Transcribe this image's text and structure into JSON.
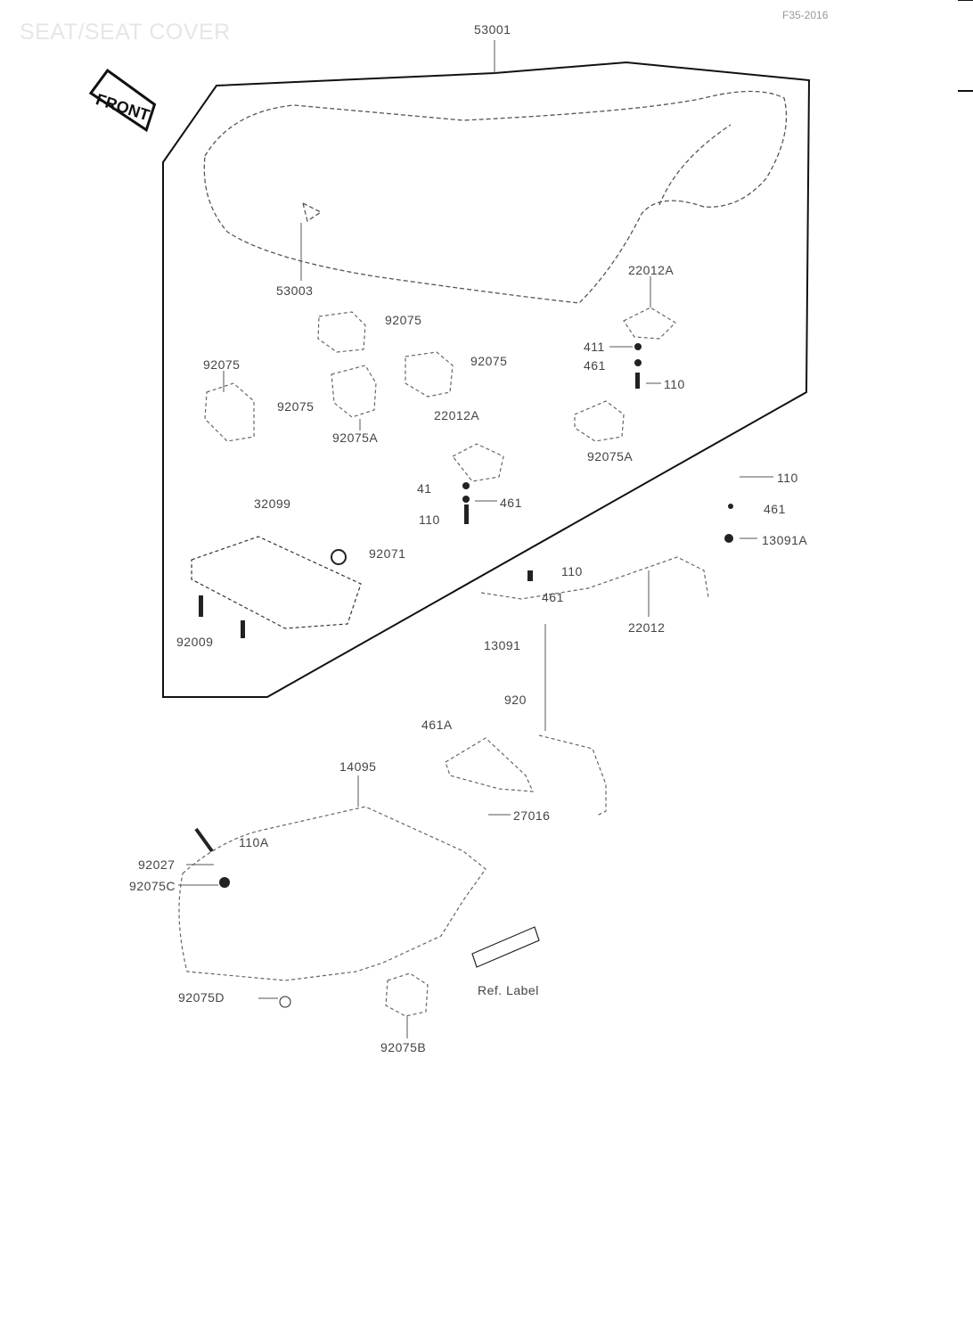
{
  "header": {
    "title": "SEAT/SEAT COVER",
    "code": "F35-2016"
  },
  "front_sign": "FRONT",
  "labels": [
    "53001",
    "53003",
    "22012A",
    "92075",
    "92075",
    "92075",
    "411",
    "461",
    "110",
    "92075",
    "92075A",
    "22012A",
    "92075A",
    "32099",
    "41",
    "461",
    "110",
    "110",
    "461",
    "13091A",
    "92071",
    "110",
    "461",
    "22012",
    "13091",
    "92009",
    "920",
    "461A",
    "14095",
    "27016",
    "110A",
    "92027",
    "92075C",
    "92075D",
    "92075B",
    "Ref. Label"
  ]
}
